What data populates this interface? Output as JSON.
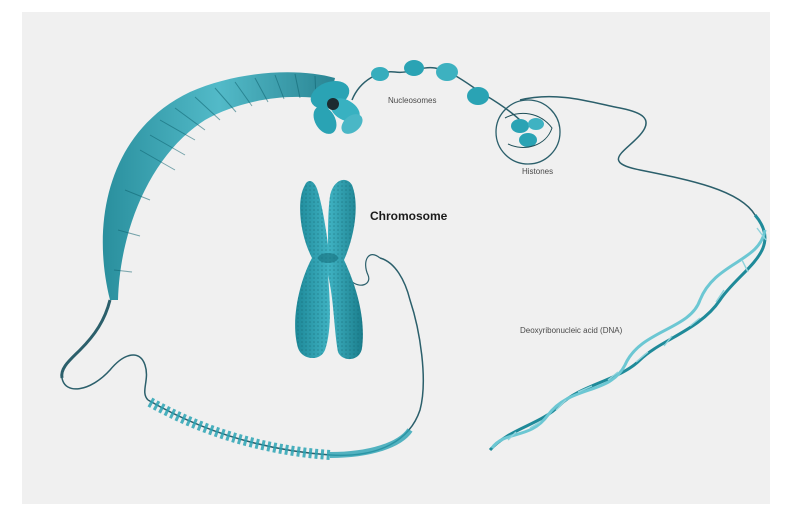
{
  "labels": {
    "nucleosomes": "Nucleosomes",
    "histones": "Histones",
    "chromosome": "Chromosome",
    "dna": "Deoxyribonucleic acid (DNA)"
  },
  "colors": {
    "teal_dark": "#1f7f8e",
    "teal": "#2aa3b4",
    "teal_light": "#8fd3dc",
    "strand": "#2b5f6b",
    "background": "#f0f0f0"
  }
}
